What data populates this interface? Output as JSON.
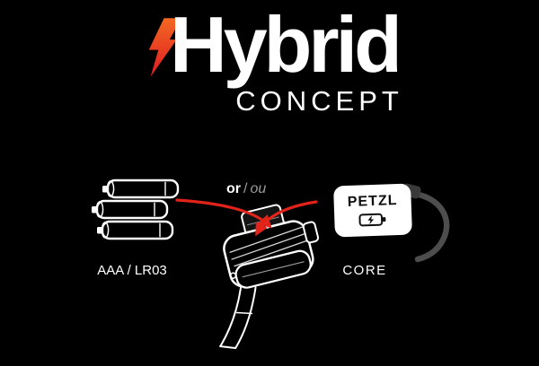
{
  "logo": {
    "title": "Hybrid",
    "subtitle": "CONCEPT"
  },
  "connector": {
    "or": "or",
    "slash": "/",
    "ou": "ou"
  },
  "battery_item": {
    "label": "AAA / LR03"
  },
  "core_item": {
    "label": "CORE",
    "brand": "PETZL"
  },
  "colors": {
    "background": "#000000",
    "text": "#ffffff",
    "muted_text": "#9b9b9b",
    "arrow_red": "#e2231a",
    "bolt_orange": "#f26822",
    "bolt_red": "#e01b22",
    "cable_gray": "#4d4d4d",
    "pack_white": "#ffffff"
  },
  "icons": {
    "lightning-bolt-icon": "orange-red lightning bolt forming part of logo",
    "aaa-batteries-illustration": "three stacked AAA batteries, white outline",
    "headlamp-illustration": "headlamp with open battery compartment, white line art",
    "core-battery-pack": "white rechargeable battery pack with PETZL branding",
    "battery-charge-icon": "battery outline with lightning bolt",
    "usb-cable-illustration": "gray charging cable",
    "arrow-left-icon": "red curved arrow from batteries to headlamp",
    "arrow-right-icon": "red curved arrow from CORE pack to headlamp"
  }
}
